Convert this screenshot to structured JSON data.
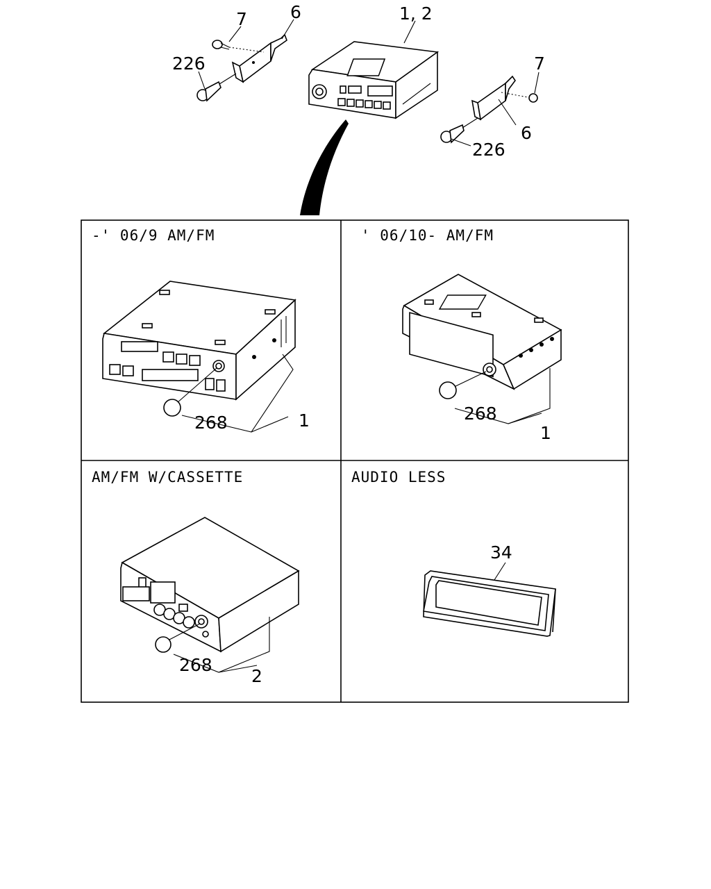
{
  "top_assembly": {
    "callouts": {
      "head_unit": "1, 2",
      "bracket_left": "6",
      "screw_left": "7",
      "bolt_left": "226",
      "bracket_right": "6",
      "screw_right": "7",
      "bolt_right": "226"
    }
  },
  "panels": [
    {
      "title": "-' 06/9 AM/FM",
      "callouts": {
        "knob": "268",
        "unit": "1"
      }
    },
    {
      "title": "' 06/10- AM/FM",
      "callouts": {
        "knob": "268",
        "unit": "1"
      }
    },
    {
      "title": "AM/FM W/CASSETTE",
      "callouts": {
        "knob": "268",
        "unit": "2"
      }
    },
    {
      "title": "AUDIO LESS",
      "callouts": {
        "pocket": "34"
      }
    }
  ]
}
